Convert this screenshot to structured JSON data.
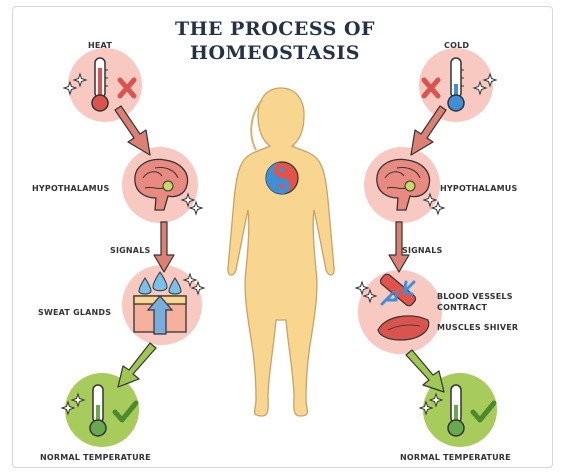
{
  "title": {
    "line1": "THE PROCESS OF",
    "line2": "HOMEOSTASIS"
  },
  "left_column": {
    "trigger": "HEAT",
    "brain": "HYPOTHALAMUS",
    "signals": "SIGNALS",
    "response": "SWEAT GLANDS",
    "result": "NORMAL TEMPERATURE"
  },
  "right_column": {
    "trigger": "COLD",
    "brain": "HYPOTHALAMUS",
    "signals": "SIGNALS",
    "response_1": "BLOOD VESSELS",
    "response_2": "CONTRACT",
    "response_3": "MUSCLES SHIVER",
    "result": "NORMAL TEMPERATURE"
  },
  "colors": {
    "pink_circle": "#f7c9c1",
    "green_circle": "#a7cc5c",
    "arrow_red": "#dc7f74",
    "arrow_green": "#9fc752",
    "body": "#f8d68f",
    "title": "#243247"
  },
  "icons": [
    "thermometer-hot-icon",
    "x-mark-icon",
    "brain-icon",
    "sweat-glands-icon",
    "thermometer-check-icon",
    "check-mark-icon",
    "thermometer-cold-icon",
    "blood-vessel-icon",
    "muscle-icon",
    "yin-yang-icon",
    "sparkle-icon",
    "human-body-icon"
  ]
}
